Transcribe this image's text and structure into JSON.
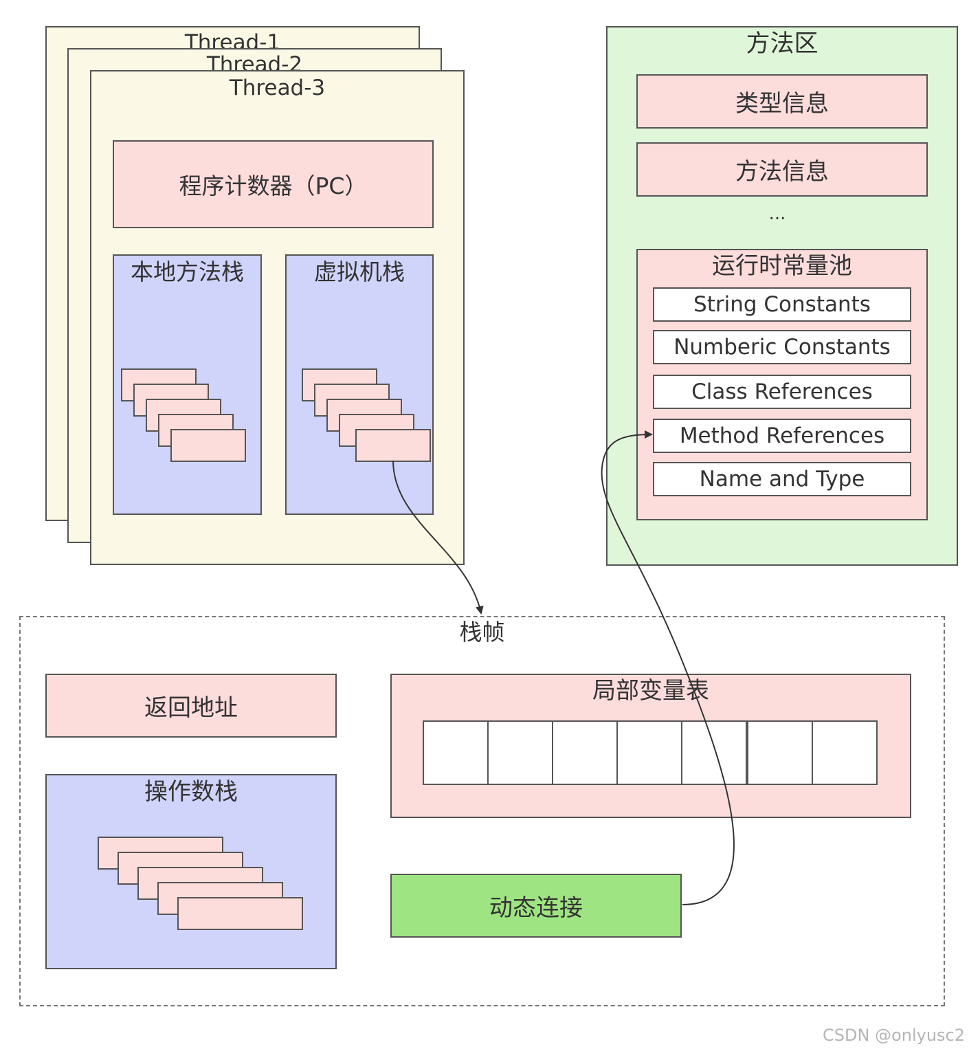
{
  "threads": {
    "thread1": "Thread-1",
    "thread2": "Thread-2",
    "thread3": "Thread-3"
  },
  "pc_label": "程序计数器（PC）",
  "native_stack_label": "本地方法栈",
  "vm_stack_label": "虚拟机栈",
  "method_area": {
    "title": "方法区",
    "type_info": "类型信息",
    "method_info": "方法信息",
    "ellipsis": "...",
    "runtime_pool": {
      "title": "运行时常量池",
      "items": [
        "String Constants",
        "Numberic Constants",
        "Class References",
        "Method References",
        "Name and Type"
      ]
    }
  },
  "stack_frame": {
    "title": "栈帧",
    "return_address": "返回地址",
    "operand_stack": "操作数栈",
    "local_var_table": "局部变量表",
    "dynamic_link": "动态连接"
  },
  "colors": {
    "thread_bg": "#fbf9e6",
    "pink": "#fddcdc",
    "blue": "#d0d4fb",
    "method_area_bg": "#e0f6d9",
    "highlight_green": "#9fe482",
    "current_frame_red": "#f8323b"
  },
  "watermark": "CSDN @onlyusc2"
}
